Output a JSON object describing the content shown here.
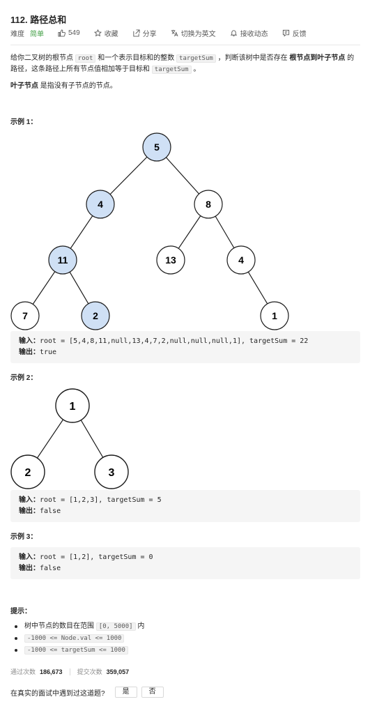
{
  "header": {
    "title": "112. 路径总和",
    "difficulty_label": "难度",
    "difficulty": "简单",
    "likes": "549",
    "favorite": "收藏",
    "share": "分享",
    "switch_lang": "切换为英文",
    "subscribe": "接收动态",
    "feedback": "反馈"
  },
  "description": {
    "p1_a": "给你二叉树的根节点 ",
    "p1_code1": "root",
    "p1_b": " 和一个表示目标和的整数 ",
    "p1_code2": "targetSum",
    "p1_c": " ，判断该树中是否存在 ",
    "p1_bold": "根节点到叶子节点",
    "p1_d": " 的路径，这条路径上所有节点值相加等于目标和 ",
    "p1_code3": "targetSum",
    "p1_e": " 。",
    "p2_bold": "叶子节点",
    "p2_text": " 是指没有子节点的节点。"
  },
  "examples": [
    {
      "label": "示例 1：",
      "input_key": "输入：",
      "input": "root = [5,4,8,11,null,13,4,7,2,null,null,null,1], targetSum = 22",
      "output_key": "输出：",
      "output": "true",
      "nodes": [
        "5",
        "4",
        "8",
        "11",
        "13",
        "4",
        "7",
        "2",
        "1"
      ]
    },
    {
      "label": "示例 2：",
      "input_key": "输入：",
      "input": "root = [1,2,3], targetSum = 5",
      "output_key": "输出：",
      "output": "false",
      "nodes": [
        "1",
        "2",
        "3"
      ]
    },
    {
      "label": "示例 3：",
      "input_key": "输入：",
      "input": "root = [1,2], targetSum = 0",
      "output_key": "输出：",
      "output": "false"
    }
  ],
  "hints": {
    "label": "提示：",
    "h1_text": "树中节点的数目在范围 ",
    "h1_code": "[0, 5000]",
    "h1_end": " 内",
    "h2_code": "-1000 <= Node.val <= 1000",
    "h3_code": "-1000 <= targetSum <= 1000"
  },
  "stats": {
    "passed_label": "通过次数",
    "passed": "186,673",
    "submitted_label": "提交次数",
    "submitted": "359,057"
  },
  "interview": {
    "question": "在真实的面试中遇到过这道题?",
    "yes": "是",
    "no": "否"
  },
  "colors": {
    "highlight_node": "#cfe0f5",
    "node_border": "#1a1a1a",
    "easy": "#43a047"
  }
}
